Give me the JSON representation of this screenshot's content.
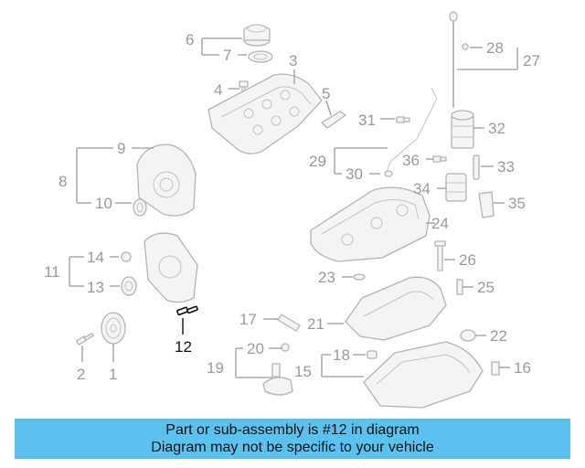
{
  "callouts": {
    "c1": "1",
    "c2": "2",
    "c3": "3",
    "c4": "4",
    "c5": "5",
    "c6": "6",
    "c7": "7",
    "c8": "8",
    "c9": "9",
    "c10": "10",
    "c11": "11",
    "c12": "12",
    "c13": "13",
    "c14": "14",
    "c15": "15",
    "c16": "16",
    "c17": "17",
    "c18": "18",
    "c19": "19",
    "c20": "20",
    "c21": "21",
    "c22": "22",
    "c23": "23",
    "c24": "24",
    "c25": "25",
    "c26": "26",
    "c27": "27",
    "c28": "28",
    "c29": "29",
    "c30": "30",
    "c31": "31",
    "c32": "32",
    "c33": "33",
    "c34": "34",
    "c35": "35",
    "c36": "36"
  },
  "highlighted_part": "12",
  "colors": {
    "banner_bg": "#5bc2ef",
    "line_gray": "#9a9a9a",
    "highlight": "#111111"
  },
  "banner": {
    "line1": "Part or sub-assembly is #12 in diagram",
    "line2": "Diagram may not be specific to your vehicle"
  }
}
